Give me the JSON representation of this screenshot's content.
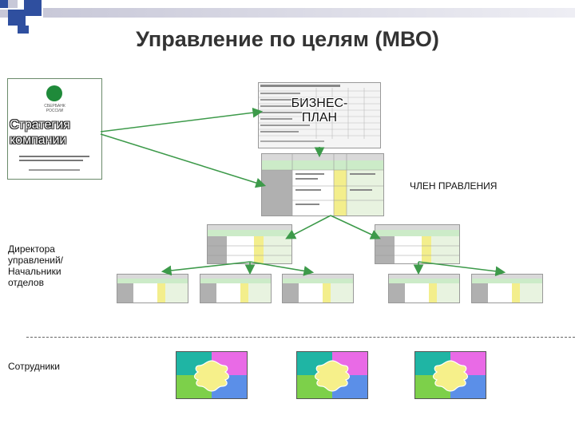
{
  "title": "Управление по целям (МВО)",
  "strategy": {
    "label": "Стратегия компании",
    "org_line1": "СБЕРБАНК",
    "org_line2": "РОССИИ"
  },
  "business_plan": {
    "label": "БИЗНЕС-ПЛАН"
  },
  "board_member": {
    "label": "ЧЛЕН ПРАВЛЕНИЯ"
  },
  "directors": {
    "label": "Директора управлений/ Начальники отделов"
  },
  "employees": {
    "label": "Сотрудники"
  },
  "colors": {
    "accent_green": "#1f8a3a",
    "arrow_green": "#3d9a4a",
    "corner_blue": "#2f4f9f",
    "corner_gray": "#c8c8d8",
    "puzzle_cyan": "#1fb5a4",
    "puzzle_magenta": "#e96ae6",
    "puzzle_green": "#7dd04a",
    "puzzle_blue": "#5b8fe8",
    "puzzle_center": "#f6f08a"
  }
}
